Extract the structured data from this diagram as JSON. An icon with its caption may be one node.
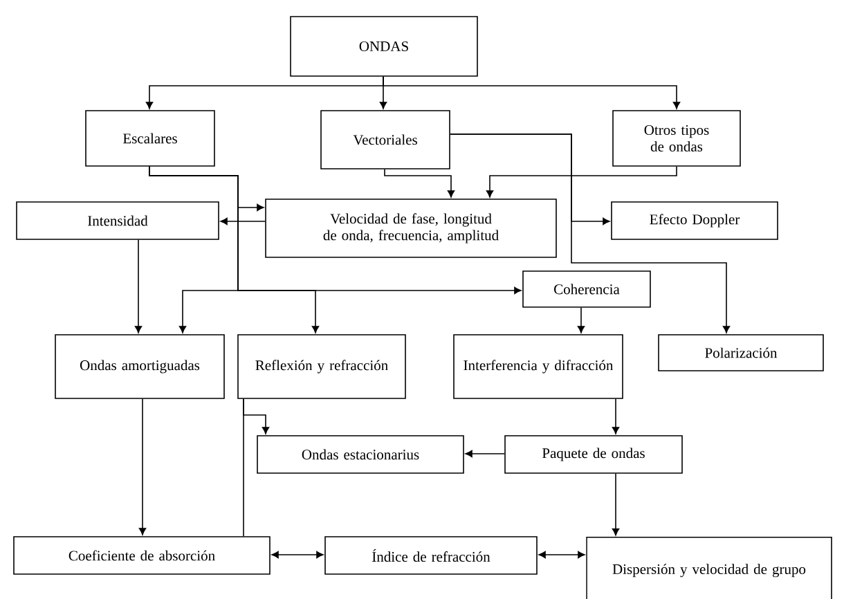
{
  "diagram": {
    "nodes": [
      {
        "text": [
          "ONDAS"
        ]
      },
      {
        "text": [
          "Escalares"
        ]
      },
      {
        "text": [
          "Vectoriales"
        ]
      },
      {
        "text": [
          "Otros tipos de ondas"
        ]
      },
      {
        "text": [
          "Intensidad"
        ]
      },
      {
        "text": [
          "Velocidad de fase, longitud de onda, frecuencia, amplitud"
        ]
      },
      {
        "text": [
          "Efecto Doppler"
        ]
      },
      {
        "text": [
          "Coherencia"
        ]
      },
      {
        "text": [
          "Ondas amortiguadas"
        ]
      },
      {
        "text": [
          "Reflexión y refracción"
        ]
      },
      {
        "text": [
          "Interferencia y difracción"
        ]
      },
      {
        "text": [
          "Polarización"
        ]
      },
      {
        "text": [
          "Ondas estacionarius"
        ]
      },
      {
        "text": [
          "Paquete de ondas"
        ]
      },
      {
        "text": [
          "Coeficiente de absorción"
        ]
      },
      {
        "text": [
          "Índice de refracción"
        ]
      },
      {
        "text": [
          "Dispersión y velocidad de grupo"
        ]
      }
    ],
    "edges": [
      {
        "from": 0,
        "to": 1,
        "arrow": "to"
      },
      {
        "from": 0,
        "to": 2,
        "arrow": "to"
      },
      {
        "from": 0,
        "to": 3,
        "arrow": "to"
      },
      {
        "from": 1,
        "to": 5,
        "arrow": "to"
      },
      {
        "from": 2,
        "to": 5,
        "arrow": "to"
      },
      {
        "from": 3,
        "to": 5,
        "arrow": "to"
      },
      {
        "from": 5,
        "to": 4,
        "arrow": "to"
      },
      {
        "from": 2,
        "to": 6,
        "arrow": "to"
      },
      {
        "from": 2,
        "to": 11,
        "arrow": "to"
      },
      {
        "from": 1,
        "to": 7,
        "arrow": "to"
      },
      {
        "from": 1,
        "to": 8,
        "arrow": "to"
      },
      {
        "from": 1,
        "to": 9,
        "arrow": "to"
      },
      {
        "from": 4,
        "to": 8,
        "arrow": "to"
      },
      {
        "from": 7,
        "to": 10,
        "arrow": "to"
      },
      {
        "from": 10,
        "to": 13,
        "arrow": "to"
      },
      {
        "from": 13,
        "to": 12,
        "arrow": "to"
      },
      {
        "from": 9,
        "to": 12,
        "arrow": "to"
      },
      {
        "from": 9,
        "to": 14,
        "arrow": "none"
      },
      {
        "from": 8,
        "to": 14,
        "arrow": "to"
      },
      {
        "from": 13,
        "to": 16,
        "arrow": "to"
      },
      {
        "from": 14,
        "to": 15,
        "arrow": "both"
      },
      {
        "from": 15,
        "to": 16,
        "arrow": "both"
      }
    ]
  }
}
